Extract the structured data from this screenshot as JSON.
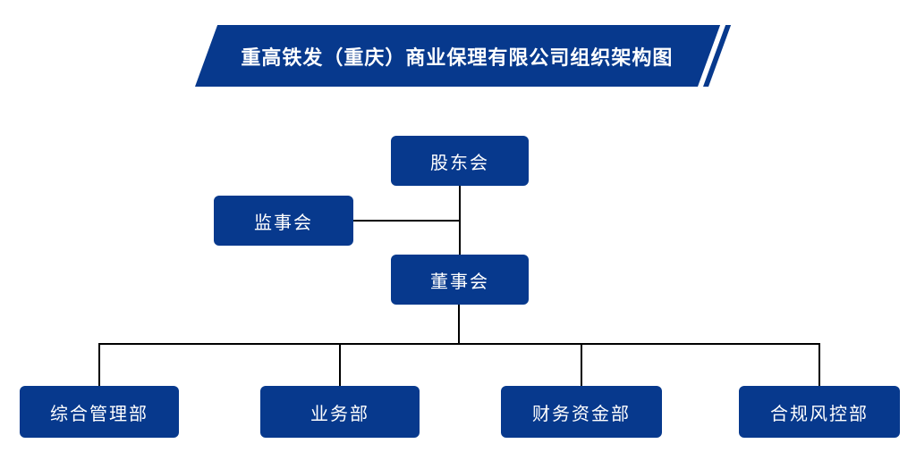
{
  "title": {
    "text": "重高铁发（重庆）商业保理有限公司组织架构图"
  },
  "colors": {
    "primary": "#07398d",
    "line": "#000000",
    "node-text": "#ffffff",
    "bg": "#ffffff"
  },
  "nodes": {
    "shareholders": {
      "label": "股东会"
    },
    "supervisory": {
      "label": "监事会"
    },
    "board": {
      "label": "董事会"
    },
    "dept_general": {
      "label": "综合管理部"
    },
    "dept_business": {
      "label": "业务部"
    },
    "dept_finance": {
      "label": "财务资金部"
    },
    "dept_compliance": {
      "label": "合规风控部"
    }
  },
  "hierarchy": {
    "root": "股东会",
    "edges": [
      {
        "from": "股东会",
        "to": "董事会"
      },
      {
        "from": "股东会/董事会连线",
        "to": "监事会"
      },
      {
        "from": "董事会",
        "to": "综合管理部"
      },
      {
        "from": "董事会",
        "to": "业务部"
      },
      {
        "from": "董事会",
        "to": "财务资金部"
      },
      {
        "from": "董事会",
        "to": "合规风控部"
      }
    ]
  }
}
